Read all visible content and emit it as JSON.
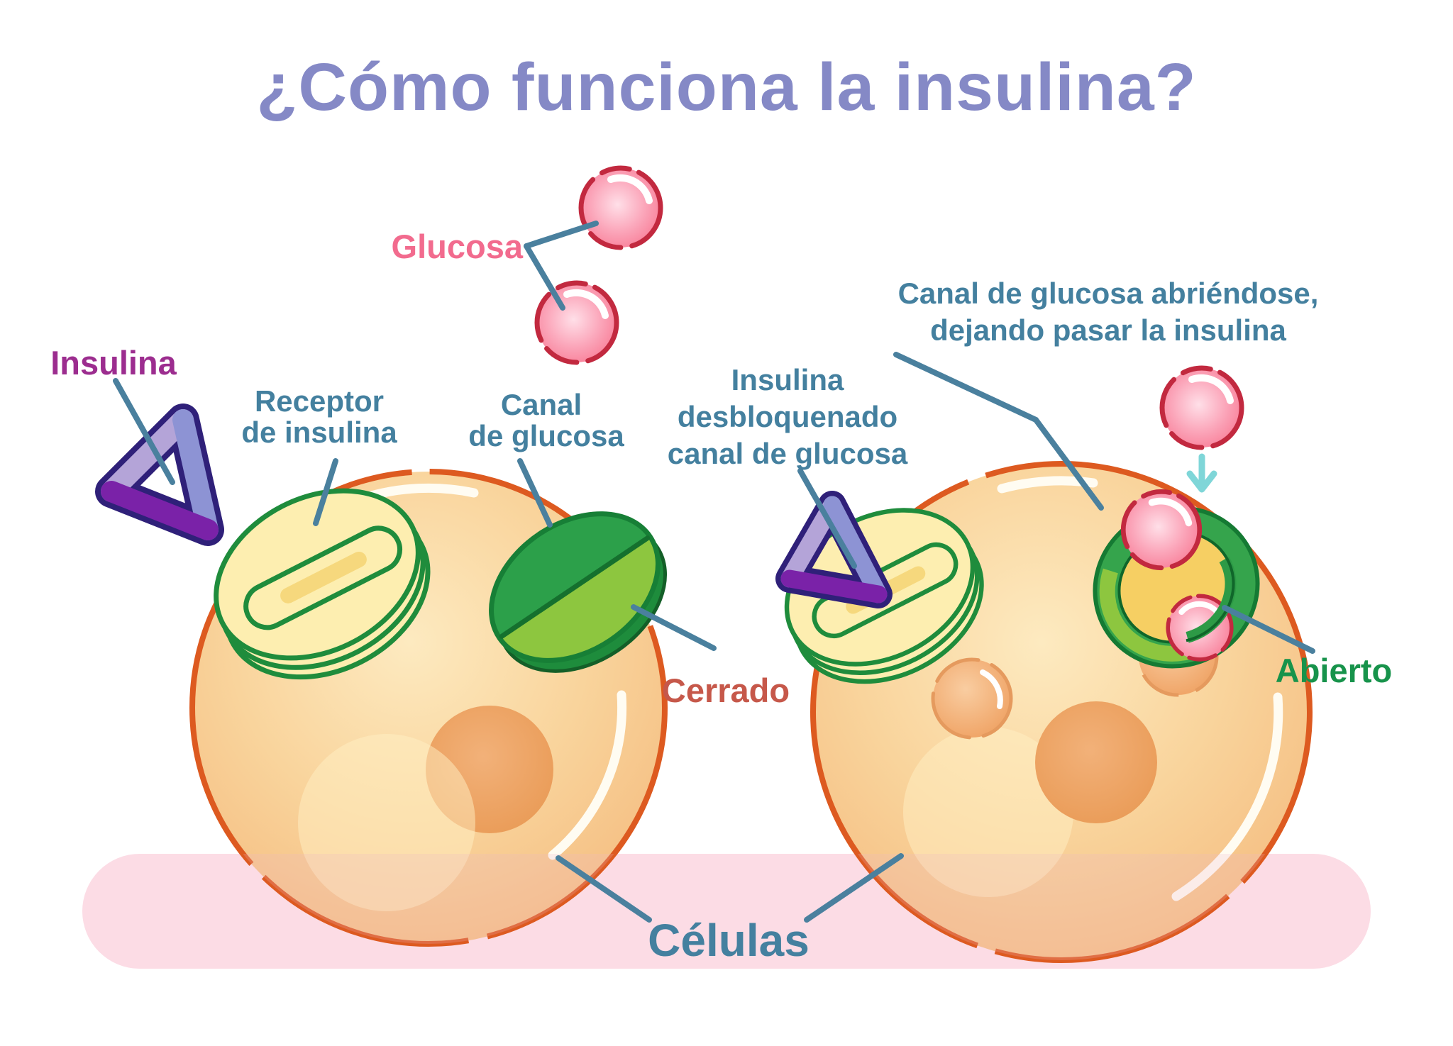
{
  "title": {
    "text": "¿Cómo funciona la insulina?",
    "color": "#8589c6"
  },
  "labels": {
    "glucosa": {
      "text": "Glucosa",
      "color": "#f26b8e"
    },
    "insulina": {
      "text": "Insulina",
      "color": "#9c2d8f"
    },
    "receptor": {
      "line1": "Receptor",
      "line2": "de insulina",
      "color": "#44809f"
    },
    "canal": {
      "line1": "Canal",
      "line2": "de glucosa",
      "color": "#44809f"
    },
    "cerrado": {
      "text": "Cerrado",
      "color": "#c6584a"
    },
    "abierto": {
      "text": "Abierto",
      "color": "#17934b"
    },
    "canal_abriendose": {
      "line1": "Canal de glucosa abriéndose,",
      "line2": "dejando pasar la insulina",
      "color": "#44809f"
    },
    "insulina_desbloqueando": {
      "line1": "Insulina",
      "line2": "desbloquenado",
      "line3": "canal de glucosa",
      "color": "#44809f"
    },
    "celulas": {
      "text": "Células",
      "color": "#44809f"
    }
  },
  "colors": {
    "leader_line": "#4a809e",
    "membrane_band": "#fcdce5",
    "cell_border": "#dd5a20",
    "cell_fill": "#f8d099",
    "glucose_pink": "#f97d97",
    "glucose_border": "#c2293f",
    "channel_green_dark": "#2ca04a",
    "channel_green_light": "#8dc63f",
    "receptor_yellow": "#fdeeb0",
    "receptor_green": "#1f8c3c",
    "insulin_outline": "#2f2079",
    "insulin_lavender": "#b4a4d8",
    "insulin_periwinkle": "#8d93d4",
    "insulin_purple": "#7a22a8",
    "arrow_cyan": "#7fd6d8"
  }
}
